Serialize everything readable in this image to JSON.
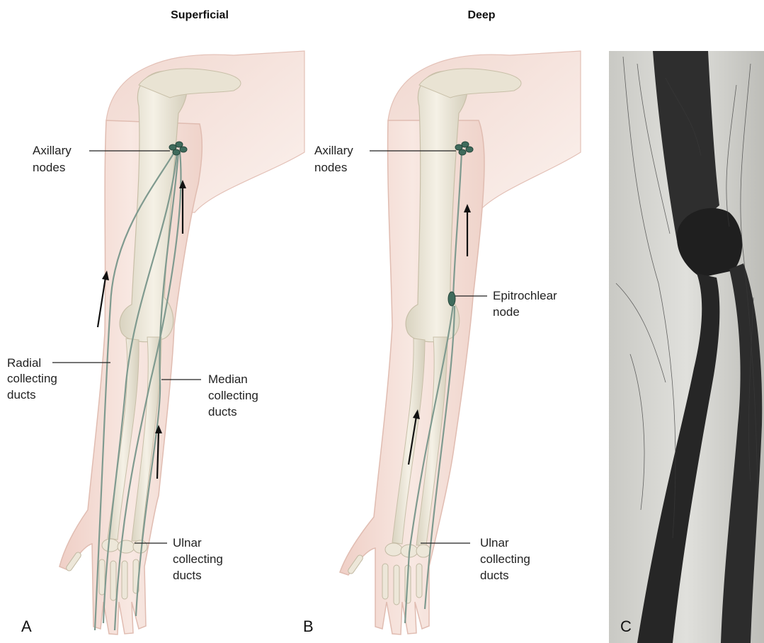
{
  "panel_a": {
    "title": "Superficial",
    "letter": "A",
    "labels": {
      "axillary_line1": "Axillary",
      "axillary_line2": "nodes",
      "radial_line1": "Radial",
      "radial_line2": "collecting",
      "radial_line3": "ducts",
      "median_line1": "Median",
      "median_line2": "collecting",
      "median_line3": "ducts",
      "ulnar_line1": "Ulnar",
      "ulnar_line2": "collecting",
      "ulnar_line3": "ducts"
    }
  },
  "panel_b": {
    "title": "Deep",
    "letter": "B",
    "labels": {
      "axillary_line1": "Axillary",
      "axillary_line2": "nodes",
      "epitrochlear_line1": "Epitrochlear",
      "epitrochlear_line2": "node",
      "ulnar_line1": "Ulnar",
      "ulnar_line2": "collecting",
      "ulnar_line3": "ducts"
    }
  },
  "panel_c": {
    "letter": "C"
  },
  "colors": {
    "skin": "#f3ddd6",
    "bone": "#ebe6d8",
    "lymph": "#7f9a8f",
    "node": "#3f6b5c",
    "xray_bg": "#d4d4d0",
    "xray_bone": "#2a2a2a"
  }
}
